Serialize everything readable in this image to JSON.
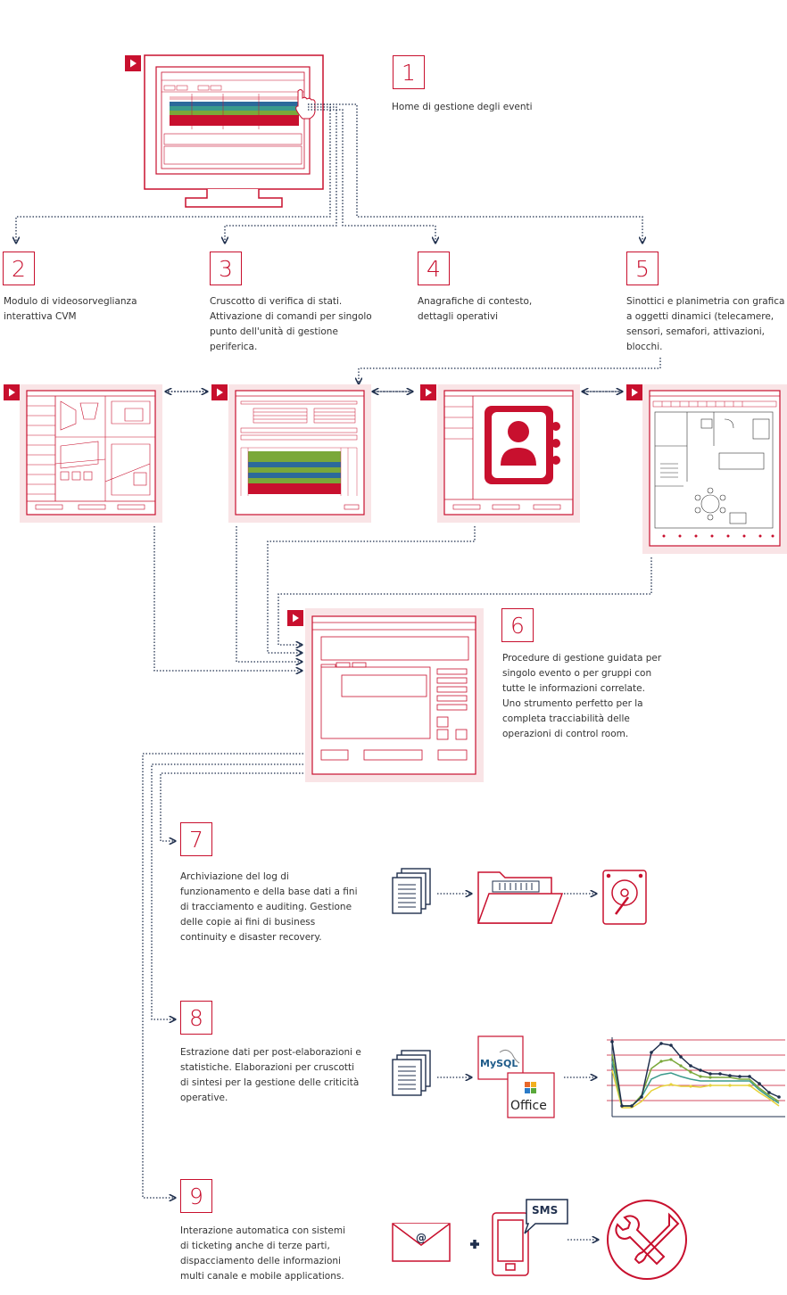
{
  "steps": [
    {
      "n": "1",
      "text": "Home di gestione degli eventi"
    },
    {
      "n": "2",
      "text": "Modulo di videosorveglianza interattiva CVM"
    },
    {
      "n": "3",
      "text": "Cruscotto di verifica di stati. Attivazione di comandi per singolo punto dell'unità di gestione periferica."
    },
    {
      "n": "4",
      "text": "Anagrafiche di contesto, dettagli operativi"
    },
    {
      "n": "5",
      "text": "Sinottici e planimetria con grafica a oggetti dinamici (telecamere, sensori, semafori, attivazioni, blocchi."
    },
    {
      "n": "6",
      "text": "Procedure di gestione guidata per singolo evento o per gruppi con tutte le informazioni correlate. Uno strumento perfetto per la completa tracciabilità delle operazioni di control room."
    },
    {
      "n": "7",
      "text": "Archiviazione del log di funzionamento e della base dati a fini di tracciamento e auditing. Gestione delle copie ai fini di business continuity e disaster recovery."
    },
    {
      "n": "8",
      "text": "Estrazione dati per post-elaborazioni e statistiche. Elaborazioni per cruscotti di sintesi per la gestione delle criticità operative."
    },
    {
      "n": "9",
      "text": "Interazione automatica con sistemi di ticketing anche di terze parti, dispacciamento delle informazioni multi canale e mobile applications."
    }
  ],
  "logos": {
    "mysql": "MySQL",
    "office": "Office",
    "sms": "SMS"
  },
  "colors": {
    "accent": "#c8102e",
    "pink": "#f9e4e6",
    "dotted": "#1f2f4d",
    "green": "#7aa83a",
    "blue": "#2c6a9b",
    "teal": "#3a9a8c",
    "yellow": "#e6d23a"
  }
}
